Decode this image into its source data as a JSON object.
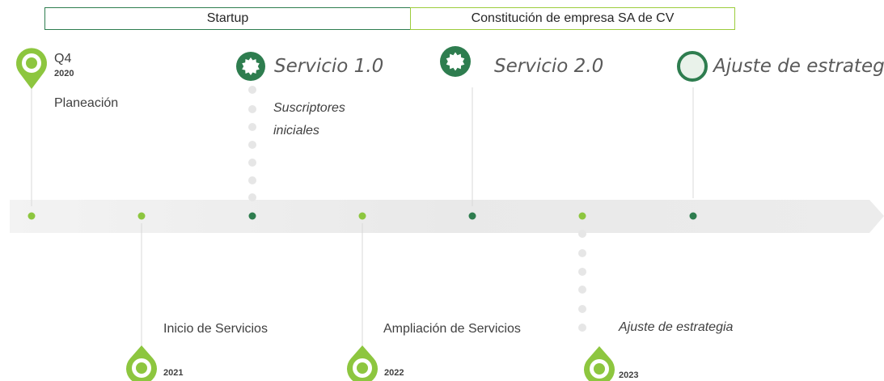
{
  "phases": {
    "startup": "Startup",
    "constitucion": "Constitución de empresa SA de CV"
  },
  "colors": {
    "dark_green": "#2e7d4f",
    "light_green": "#8dc63f",
    "timeline_bar": "#eeeeee",
    "connector": "#d9d9d9",
    "dots": "#e6e6e6"
  },
  "top_events": {
    "q4": {
      "quarter": "Q4",
      "year": "2020",
      "label": "Planeación"
    },
    "servicio1": {
      "title": "Servicio 1.0",
      "note_line1": "Suscriptores",
      "note_line2": "iniciales"
    },
    "servicio2": {
      "title": "Servicio 2.0"
    },
    "ajuste_top": {
      "title": "Ajuste de estrategia"
    }
  },
  "bottom_events": {
    "inicio": {
      "label": "Inicio de Servicios",
      "year": "2021"
    },
    "ampliacion": {
      "label": "Ampliación de Servicios",
      "year": "2022"
    },
    "ajuste_bottom": {
      "label": "Ajuste de estrategia",
      "year": "2023"
    }
  },
  "timeline_points": [
    {
      "color": "light"
    },
    {
      "color": "light"
    },
    {
      "color": "dark"
    },
    {
      "color": "light"
    },
    {
      "color": "dark"
    },
    {
      "color": "light"
    },
    {
      "color": "dark"
    }
  ]
}
